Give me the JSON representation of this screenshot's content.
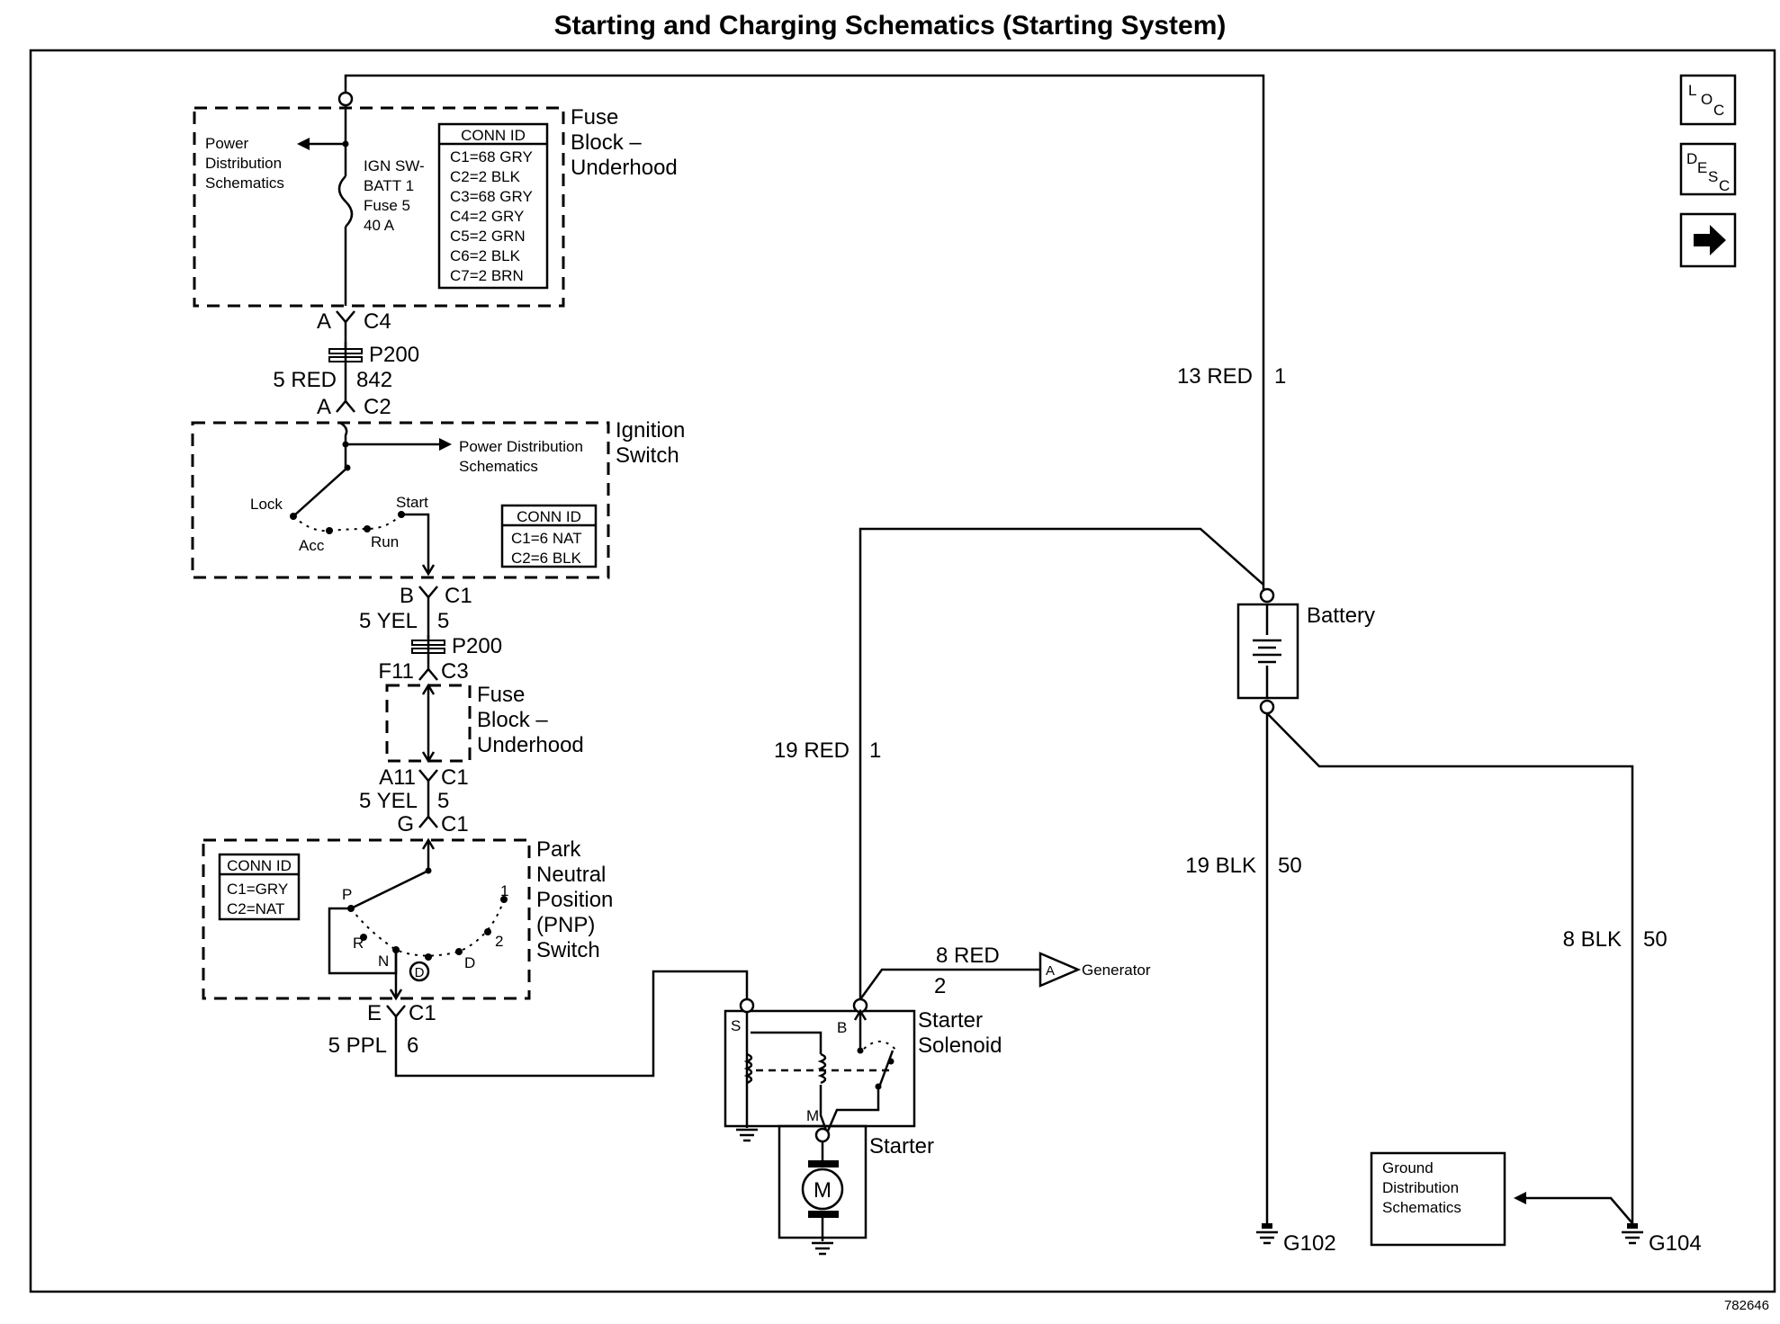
{
  "title": "Starting and Charging Schematics (Starting System)",
  "nav": {
    "loc": [
      "L",
      "O",
      "C"
    ],
    "desc": [
      "D",
      "E",
      "S",
      "C"
    ],
    "next_icon": "arrow-right-icon"
  },
  "fuse_block_top": {
    "name": [
      "Fuse",
      "Block –",
      "Underhood"
    ],
    "power_dist": [
      "Power",
      "Distribution",
      "Schematics"
    ],
    "fuse_label": [
      "IGN SW-",
      "BATT 1",
      "Fuse 5",
      "40 A"
    ],
    "conn_title": "CONN ID",
    "conn": [
      "C1=68 GRY",
      "C2=2 BLK",
      "C3=68 GRY",
      "C4=2 GRY",
      "C5=2 GRN",
      "C6=2 BLK",
      "C7=2 BRN"
    ],
    "pin_a": "A",
    "pin_c4": "C4"
  },
  "p200_top": {
    "label": "P200",
    "wire_color": "5 RED",
    "circuit": "842",
    "pin_a": "A",
    "pin_c2": "C2"
  },
  "ignition": {
    "name": [
      "Ignition",
      "Switch"
    ],
    "power_dist": [
      "Power Distribution",
      "Schematics"
    ],
    "positions": {
      "lock": "Lock",
      "acc": "Acc",
      "run": "Run",
      "start": "Start"
    },
    "conn_title": "CONN ID",
    "conn": [
      "C1=6 NAT",
      "C2=6 BLK"
    ],
    "pin_b": "B",
    "pin_c1": "C1"
  },
  "p200_mid": {
    "wire_color": "5 YEL",
    "circuit": "5",
    "label": "P200",
    "pin_f11": "F11",
    "pin_c3": "C3"
  },
  "fuse_block_mid": {
    "name": [
      "Fuse",
      "Block –",
      "Underhood"
    ],
    "pin_a11": "A11",
    "pin_c1": "C1",
    "wire_color": "5 YEL",
    "circuit": "5",
    "pin_g": "G",
    "pin_c1b": "C1"
  },
  "pnp": {
    "name": [
      "Park",
      "Neutral",
      "Position",
      "(PNP)",
      "Switch"
    ],
    "conn_title": "CONN ID",
    "conn": [
      "C1=GRY",
      "C2=NAT"
    ],
    "positions": {
      "p": "P",
      "r": "R",
      "n": "N",
      "d_circle": "D",
      "d": "D",
      "two": "2",
      "one": "1"
    },
    "pin_e": "E",
    "pin_c1": "C1",
    "wire_color": "5 PPL",
    "circuit": "6"
  },
  "starter": {
    "solenoid": [
      "Starter",
      "Solenoid"
    ],
    "starter_label": "Starter",
    "motor": "M",
    "term_s": "S",
    "term_b": "B",
    "term_m": "M"
  },
  "generator": {
    "wire_color": "8 RED",
    "circuit": "2",
    "connector": "A",
    "label": "Generator"
  },
  "wires": {
    "w13": {
      "color": "13 RED",
      "circuit": "1"
    },
    "w19red": {
      "color": "19 RED",
      "circuit": "1"
    },
    "w19blk": {
      "color": "19 BLK",
      "circuit": "50"
    },
    "w8blk": {
      "color": "8 BLK",
      "circuit": "50"
    }
  },
  "battery": {
    "label": "Battery"
  },
  "grounds": {
    "g102": "G102",
    "g104": "G104"
  },
  "ground_dist": [
    "Ground",
    "Distribution",
    "Schematics"
  ],
  "figure_id": "782646"
}
